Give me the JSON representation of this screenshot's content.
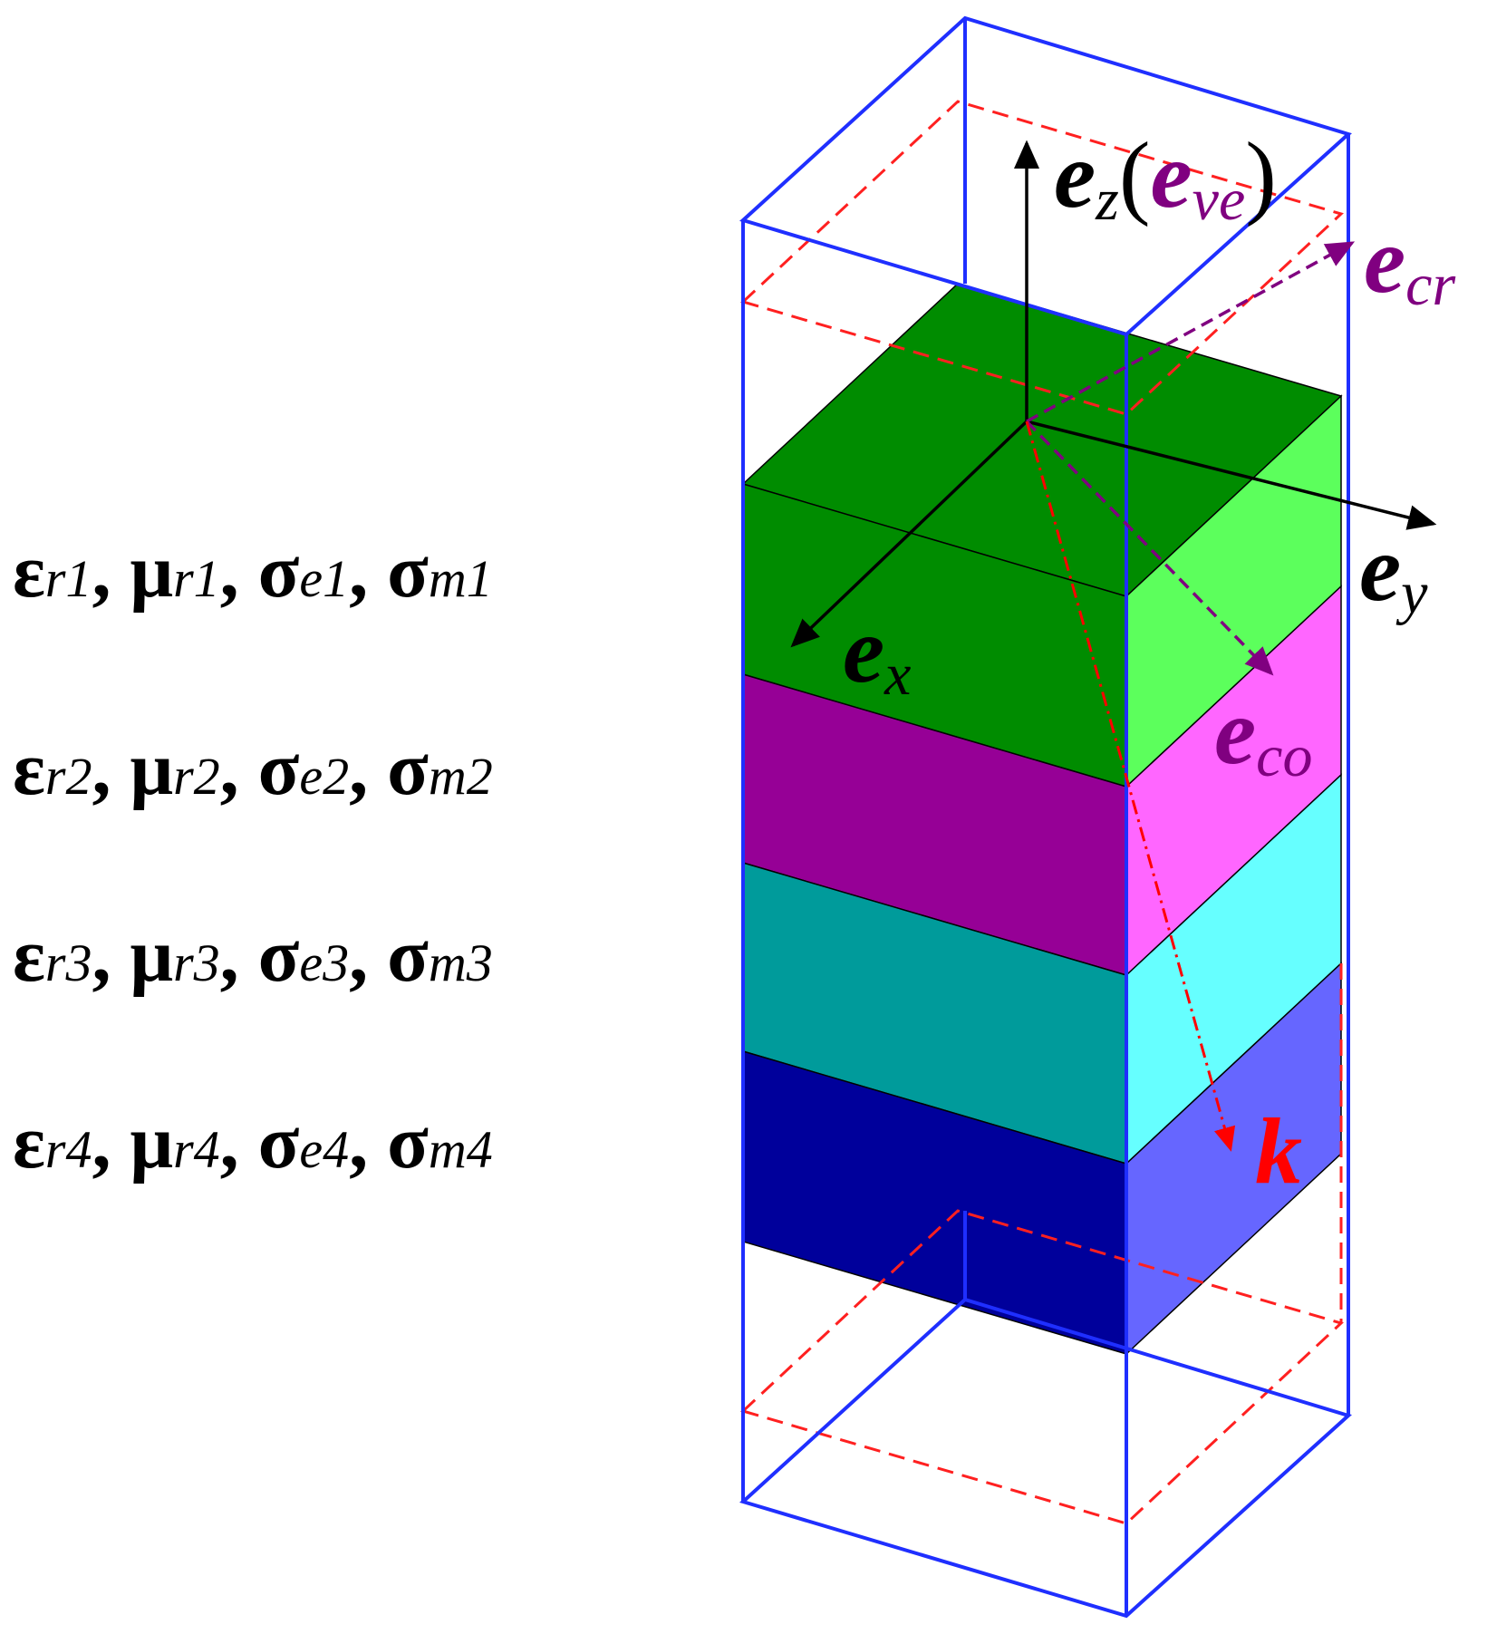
{
  "colors": {
    "box_edge": "#1f2fff",
    "pml_dash": "#ff2020",
    "axis": "#000000",
    "polarization": "#800080",
    "wave_vector": "#ff0000",
    "layer1_front": "#008c00",
    "layer1_side": "#5cff5c",
    "layer1_top": "#008c00",
    "layer2_front": "#960096",
    "layer2_side": "#ff66ff",
    "layer3_front": "#009b9b",
    "layer3_side": "#66ffff",
    "layer4_front": "#00009b",
    "layer4_side": "#6666ff"
  },
  "layers": [
    {
      "eps": "ε",
      "eps_sub": "r1",
      "mu": "μ",
      "mu_sub": "r1",
      "sige": "σ",
      "sige_sub": "e1",
      "sigm": "σ",
      "sigm_sub": "m1"
    },
    {
      "eps": "ε",
      "eps_sub": "r2",
      "mu": "μ",
      "mu_sub": "r2",
      "sige": "σ",
      "sige_sub": "e2",
      "sigm": "σ",
      "sigm_sub": "m2"
    },
    {
      "eps": "ε",
      "eps_sub": "r3",
      "mu": "μ",
      "mu_sub": "r3",
      "sige": "σ",
      "sige_sub": "e3",
      "sigm": "σ",
      "sigm_sub": "m3"
    },
    {
      "eps": "ε",
      "eps_sub": "r4",
      "mu": "μ",
      "mu_sub": "r4",
      "sige": "σ",
      "sige_sub": "e4",
      "sigm": "σ",
      "sigm_sub": "m4"
    }
  ],
  "vectors": {
    "ez": {
      "main": "e",
      "sub": "z",
      "paren_open": "(",
      "inner_main": "e",
      "inner_sub": "ve",
      "paren_close": ")"
    },
    "ecr": {
      "main": "e",
      "sub": "cr"
    },
    "ey": {
      "main": "e",
      "sub": "y"
    },
    "ex": {
      "main": "e",
      "sub": "x"
    },
    "eco": {
      "main": "e",
      "sub": "co"
    },
    "k": {
      "main": "k"
    }
  },
  "separator": ", "
}
